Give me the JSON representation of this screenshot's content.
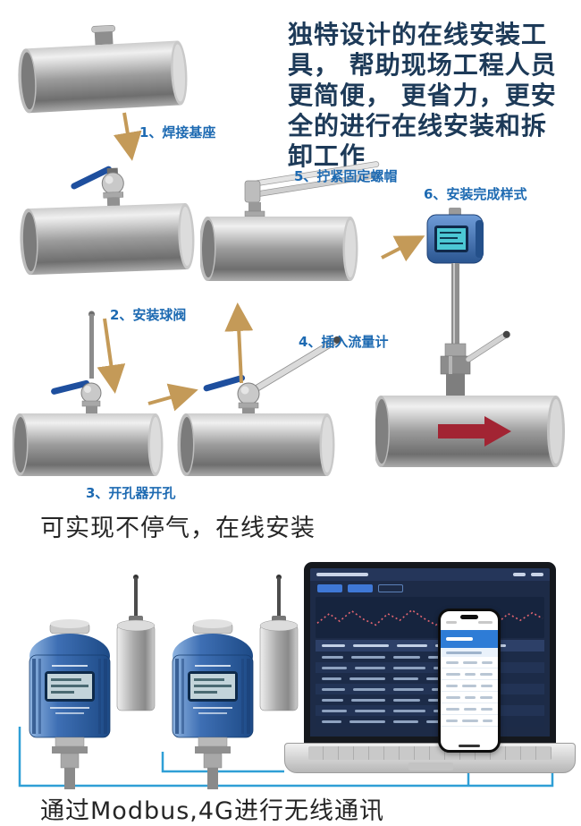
{
  "intro": {
    "text": "独特设计的在线安装工具， 帮助现场工程人员更简便， 更省力，更安全的进行在线安装和拆卸工作"
  },
  "steps": [
    {
      "label": "1、焊接基座"
    },
    {
      "label": "2、安装球阀"
    },
    {
      "label": "3、开孔器开孔"
    },
    {
      "label": "4、插入流量计"
    },
    {
      "label": "5、拧紧固定螺帽"
    },
    {
      "label": "6、安装完成样式"
    }
  ],
  "captions": {
    "online_install": "可实现不停气，在线安装",
    "communication": "通过Modbus,4G进行无线通讯"
  },
  "colors": {
    "step_label_blue": "#1d6ab2",
    "arrow_gold": "#c49a58",
    "intro_navy": "#1d3a58",
    "flow_arrow_red": "#a22433",
    "device_blue": "#2f64ad",
    "wire_blue": "#2f9fd6",
    "screen_teal": "#4cc8d4"
  },
  "illustrations": {
    "step1": "pipe-with-welded-base",
    "step2": "pipe-with-ball-valve",
    "step3": "pipe-with-hole-opener-drill",
    "step4": "pipe-with-valve-and-insertion-handle",
    "step5": "pipe-with-valve-and-tightening-wrench",
    "step6": "pipe-with-installed-flow-meter",
    "bottom": "gas-transmitters-laptop-dashboard-phone-app"
  }
}
